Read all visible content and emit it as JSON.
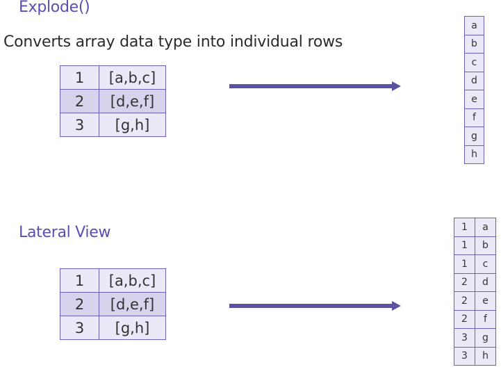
{
  "explode": {
    "heading": "Explode()",
    "description": "Converts array data type into individual rows",
    "input_rows": [
      {
        "key": "1",
        "value": "[a,b,c]"
      },
      {
        "key": "2",
        "value": "[d,e,f]"
      },
      {
        "key": "3",
        "value": "[g,h]"
      }
    ],
    "output_values": [
      "a",
      "b",
      "c",
      "d",
      "e",
      "f",
      "g",
      "h"
    ]
  },
  "lateral_view": {
    "heading": "Lateral View",
    "input_rows": [
      {
        "key": "1",
        "value": "[a,b,c]"
      },
      {
        "key": "2",
        "value": "[d,e,f]"
      },
      {
        "key": "3",
        "value": "[g,h]"
      }
    ],
    "output_rows": [
      {
        "key": "1",
        "value": "a"
      },
      {
        "key": "1",
        "value": "b"
      },
      {
        "key": "1",
        "value": "c"
      },
      {
        "key": "2",
        "value": "d"
      },
      {
        "key": "2",
        "value": "e"
      },
      {
        "key": "2",
        "value": "f"
      },
      {
        "key": "3",
        "value": "g"
      },
      {
        "key": "3",
        "value": "h"
      }
    ]
  },
  "colors": {
    "heading": "#5a4fb0",
    "arrow": "#5b529f",
    "cell_border": "#6a62b8",
    "cell_fill_light": "#ebe9f7",
    "cell_fill_dark": "#d6d3ec"
  }
}
